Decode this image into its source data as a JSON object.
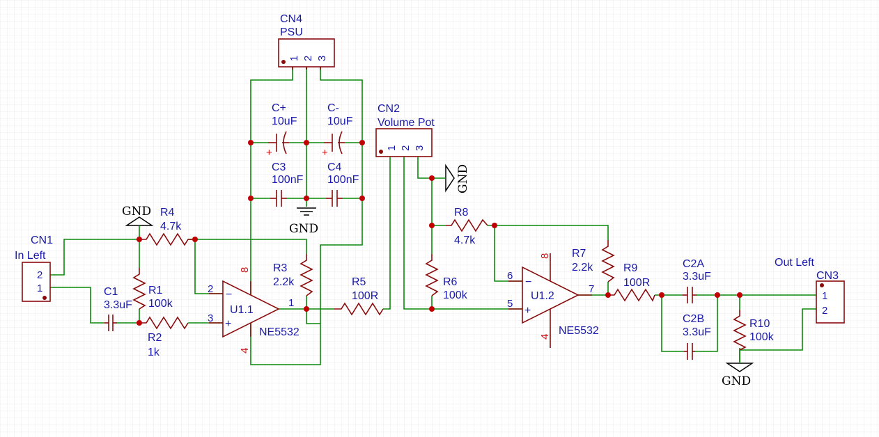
{
  "components": {
    "cn4": {
      "ref": "CN4",
      "value": "PSU",
      "pins": [
        "1",
        "2",
        "3"
      ]
    },
    "cn2": {
      "ref": "CN2",
      "value": "Volume Pot",
      "pins": [
        "1",
        "2",
        "3"
      ]
    },
    "cn1": {
      "ref": "CN1",
      "value": "In Left",
      "pins": [
        "2",
        "1"
      ]
    },
    "cn3": {
      "ref": "CN3",
      "value": "Out Left",
      "pins": [
        "1",
        "2"
      ]
    },
    "cplus": {
      "ref": "C+",
      "value": "10uF"
    },
    "cminus": {
      "ref": "C-",
      "value": "10uF"
    },
    "c3": {
      "ref": "C3",
      "value": "100nF"
    },
    "c4": {
      "ref": "C4",
      "value": "100nF"
    },
    "c1": {
      "ref": "C1",
      "value": "3.3uF"
    },
    "c2a": {
      "ref": "C2A",
      "value": "3.3uF"
    },
    "c2b": {
      "ref": "C2B",
      "value": "3.3uF"
    },
    "r1": {
      "ref": "R1",
      "value": "100k"
    },
    "r2": {
      "ref": "R2",
      "value": "1k"
    },
    "r3": {
      "ref": "R3",
      "value": "2.2k"
    },
    "r4": {
      "ref": "R4",
      "value": "4.7k"
    },
    "r5": {
      "ref": "R5",
      "value": "100R"
    },
    "r6": {
      "ref": "R6",
      "value": "100k"
    },
    "r7": {
      "ref": "R7",
      "value": "2.2k"
    },
    "r8": {
      "ref": "R8",
      "value": "4.7k"
    },
    "r9": {
      "ref": "R9",
      "value": "100R"
    },
    "r10": {
      "ref": "R10",
      "value": "100k"
    },
    "u11": {
      "ref": "U1.1",
      "value": "NE5532",
      "pin_inv": "2",
      "pin_noninv": "3",
      "pin_out": "1",
      "pin_vplus": "8",
      "pin_vminus": "4",
      "minus": "−",
      "plus": "+"
    },
    "u12": {
      "ref": "U1.2",
      "value": "NE5532",
      "pin_inv": "6",
      "pin_noninv": "5",
      "pin_out": "7",
      "pin_vplus": "8",
      "pin_vminus": "4",
      "minus": "−",
      "plus": "+"
    }
  },
  "gnd_label": "GND",
  "colors": {
    "wire": "#0a8a0a",
    "part": "#8b0a0a",
    "label": "#1a1aaa",
    "junction": "#c00000",
    "power_pin": "#cc1111",
    "grid": "#ececec"
  }
}
